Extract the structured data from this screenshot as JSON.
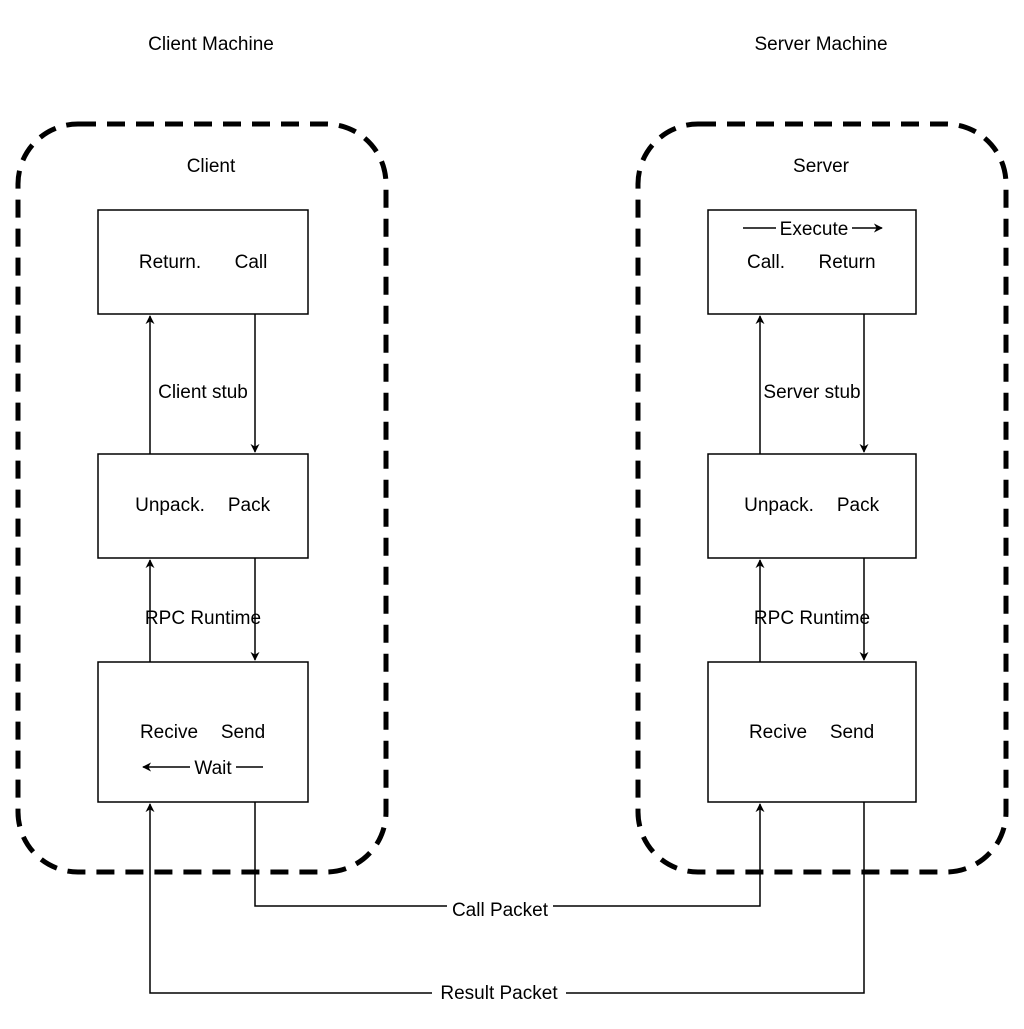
{
  "client": {
    "machine_title": "Client Machine",
    "container_title": "Client",
    "top_box": {
      "left": "Return.",
      "right": "Call"
    },
    "stub_label": "Client stub",
    "mid_box": {
      "left": "Unpack.",
      "right": "Pack"
    },
    "runtime_label": "RPC Runtime",
    "bottom_box": {
      "left": "Recive",
      "right": "Send",
      "wait": "Wait"
    }
  },
  "server": {
    "machine_title": "Server Machine",
    "container_title": "Server",
    "top_box": {
      "execute": "Execute",
      "left": "Call.",
      "right": "Return"
    },
    "stub_label": "Server stub",
    "mid_box": {
      "left": "Unpack.",
      "right": "Pack"
    },
    "runtime_label": "RPC Runtime",
    "bottom_box": {
      "left": "Recive",
      "right": "Send"
    }
  },
  "links": {
    "call_packet": "Call Packet",
    "result_packet": "Result Packet"
  }
}
